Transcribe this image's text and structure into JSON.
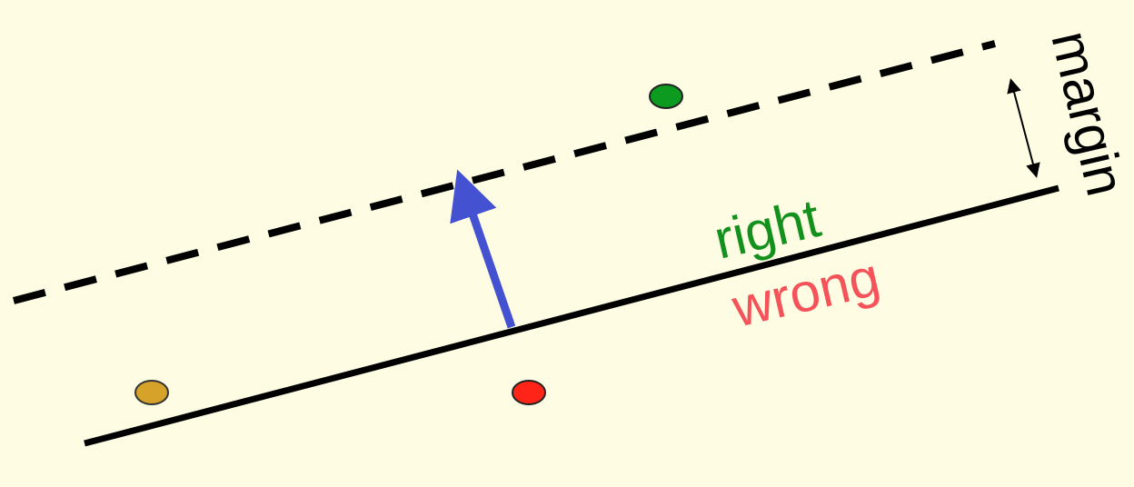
{
  "labels": {
    "right": "right",
    "wrong": "wrong",
    "margin": "margin"
  },
  "colors": {
    "background": "#fefde4",
    "right_text": "#13911c",
    "wrong_text": "#f4535a",
    "normal_arrow": "#4452d1",
    "boundary": "#000000",
    "point_green": "#0c9a1f",
    "point_red": "#ff2418",
    "point_gold": "#d6a22a"
  }
}
